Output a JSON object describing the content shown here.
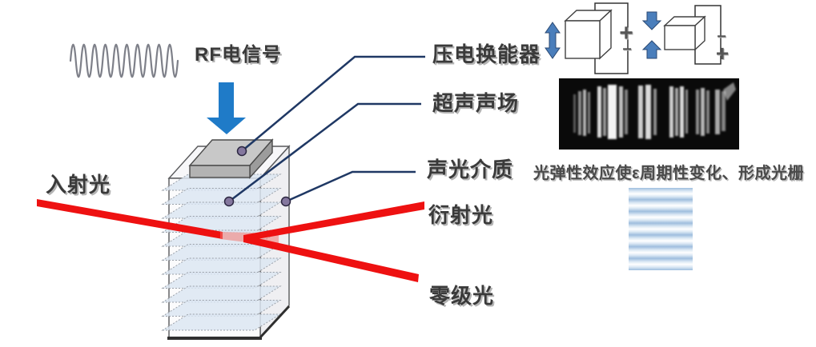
{
  "diagram": {
    "title_hint": "acousto-optic modulator schematic",
    "rf_label": "RF电信号",
    "incident_label": "入射光",
    "callouts": {
      "transducer": "压电换能器",
      "ultrasound_field": "超声声场",
      "ao_medium": "声光介质",
      "diffracted_light": "衍射光",
      "zero_order_light": "零级光"
    },
    "caption": "光弹性效应使ε周期性变化、形成光栅",
    "polarity": {
      "cube1_top": "+",
      "cube1_bottom": "−",
      "cube2_top": "−",
      "cube2_bottom": "+"
    },
    "colors": {
      "beam_red": "#ee1111",
      "rf_arrow_blue": "#1f7bc8",
      "small_arrow_blue": "#4a7ebb",
      "callout_navy": "#1f3864",
      "label_dark": "#3a3a3a",
      "sheet_blue": "#dce6f2",
      "grating_blue": "#9fbede",
      "slab_gray": "#c8c8c8",
      "photo_black": "#0a0a0a"
    }
  }
}
